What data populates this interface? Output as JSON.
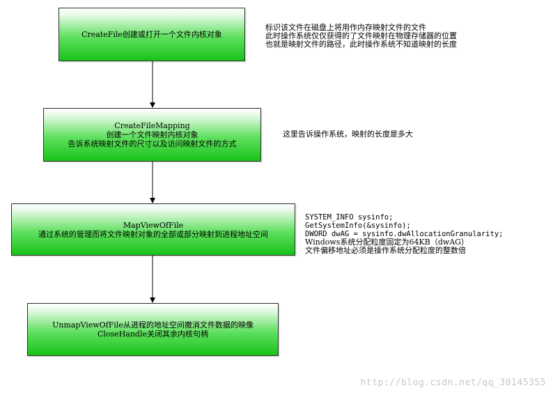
{
  "steps": [
    {
      "lines": [
        "CreateFile创建或打开一个文件内核对象"
      ]
    },
    {
      "lines": [
        "CreateFileMapping",
        "创建一个文件映射内核对象",
        "告诉系统映射文件的尺寸以及访问映射文件的方式"
      ]
    },
    {
      "lines": [
        "MapViewOfFile",
        "通过系统的管理而将文件映射对象的全部或部分映射到进程地址空间"
      ]
    },
    {
      "lines": [
        "UnmapViewOfFile从进程的地址空间撤消文件数据的映像",
        "CloseHandle关闭其余内核句柄"
      ]
    }
  ],
  "notes": [
    {
      "lines": [
        "标识该文件在磁盘上将用作内存映射文件的文件",
        "此时操作系统仅仅获得的了文件映射在物理存储器的位置",
        "也就是映射文件的路径，此时操作系统不知道映射的长度"
      ]
    },
    {
      "lines": [
        "这里告诉操作系统，映射的长度是多大"
      ]
    },
    {
      "lines": [
        "SYSTEM_INFO sysinfo;",
        "GetSystemInfo(&sysinfo);",
        "DWORD dwAG = sysinfo.dwAllocationGranularity;",
        "Windows系统分配粒度固定为64KB（dwAG）",
        "文件偏移地址必须是操作系统分配粒度的整数倍"
      ]
    }
  ],
  "watermark": "http://blog.csdn.net/qq_30145355",
  "colors": {
    "box_top": "#ffffff",
    "box_bottom": "#19c219",
    "border": "#2a2a2a",
    "watermark": "#c8c8c8"
  }
}
